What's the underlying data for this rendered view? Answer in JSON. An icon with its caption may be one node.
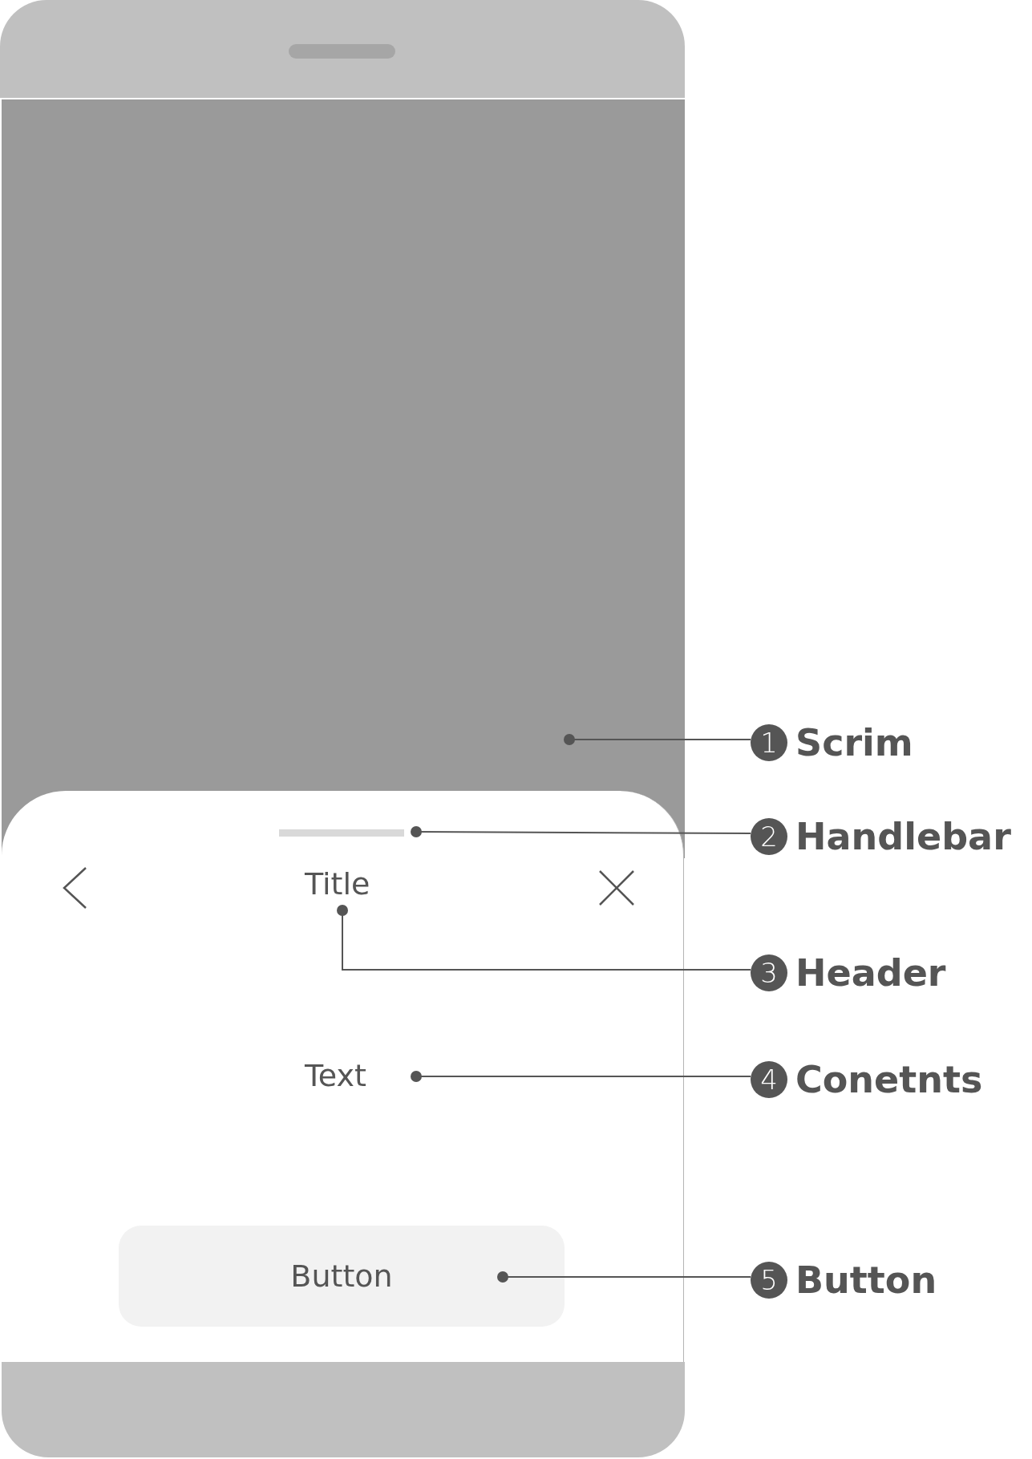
{
  "diagram": {
    "nodes": [
      {
        "text": [],
        "shape": "box"
      },
      {
        "text": [],
        "shape": "bar"
      },
      {
        "text": [
          "Title"
        ]
      },
      {
        "text": [
          "Text"
        ]
      },
      {
        "text": [
          "Button"
        ]
      },
      {
        "text": [
          "1",
          "Scrim"
        ]
      },
      {
        "text": [
          "2",
          "Handlebar"
        ]
      },
      {
        "text": [
          "3",
          "Header"
        ]
      },
      {
        "text": [
          "4",
          "Conetnts"
        ]
      },
      {
        "text": [
          "5",
          "Button"
        ]
      }
    ],
    "edges": [
      {
        "from": 5,
        "to": 0,
        "arrow": "other"
      },
      {
        "from": 6,
        "to": 1,
        "arrow": "other"
      },
      {
        "from": 7,
        "to": 2,
        "arrow": "other"
      },
      {
        "from": 8,
        "to": 3,
        "arrow": "other"
      },
      {
        "from": 9,
        "to": 4,
        "arrow": "other"
      }
    ]
  }
}
